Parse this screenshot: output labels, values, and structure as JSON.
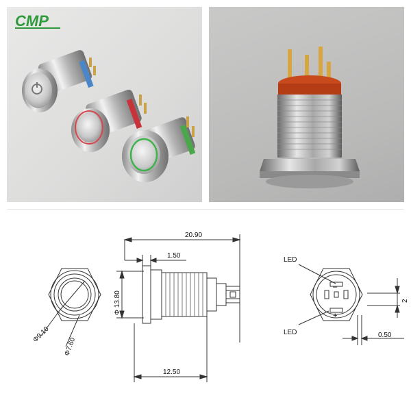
{
  "brand": {
    "logo_text": "CMP"
  },
  "dimensions": {
    "overall_length": "20.90",
    "flange_thickness": "1.50",
    "thread_diameter": "Φ 13.80",
    "body_length": "12.50",
    "bezel_diameter": "Φ9.10",
    "button_diameter": "Φ7.60",
    "terminal_height": "2",
    "terminal_spacing": "0.50"
  },
  "labels": {
    "led_top": "LED",
    "led_bottom": "LED"
  },
  "ring_colors": {
    "blue": "#4b86c9",
    "red": "#c8323a",
    "green": "#4aa84a"
  }
}
